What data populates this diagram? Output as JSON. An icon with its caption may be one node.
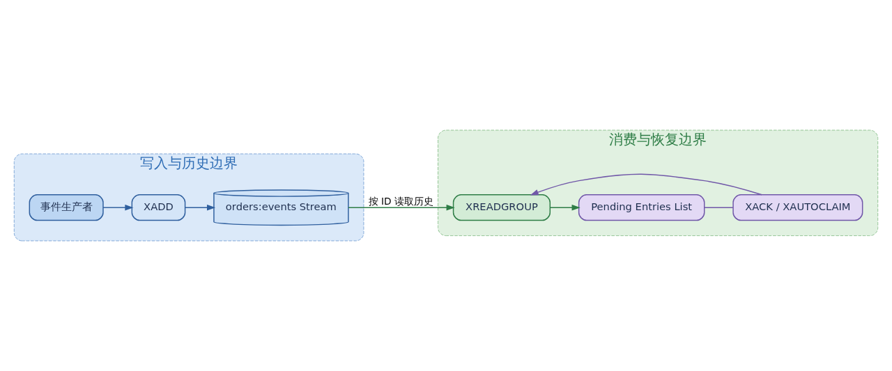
{
  "diagram": {
    "nodes": [
      {
        "text": [
          "写入与历史边界"
        ]
      },
      {
        "text": [
          "事件生产者"
        ],
        "in": 0
      },
      {
        "text": [
          "XADD"
        ],
        "in": 0
      },
      {
        "text": [
          "orders:events Stream"
        ],
        "in": 0
      },
      {
        "text": [
          "消费与恢复边界"
        ]
      },
      {
        "text": [
          "XREADGROUP"
        ],
        "in": 4
      },
      {
        "text": [
          "Pending Entries List"
        ],
        "in": 4
      },
      {
        "text": [
          "XACK / XAUTOCLAIM"
        ],
        "in": 4
      }
    ],
    "edges": [
      {
        "from": 1,
        "to": 2,
        "arrow": "to",
        "color": "#2f5f9e"
      },
      {
        "from": 2,
        "to": 3,
        "arrow": "to",
        "color": "#2f5f9e"
      },
      {
        "from": 3,
        "to": 5,
        "arrow": "to",
        "label": "按 ID 读取历史",
        "color": "#2e7d46"
      },
      {
        "from": 5,
        "to": 6,
        "arrow": "to",
        "color": "#2e7d46"
      },
      {
        "from": 6,
        "to": 7,
        "arrow": "none",
        "color": "#7057a8"
      },
      {
        "from": 7,
        "to": 5,
        "arrow": "to",
        "color": "#7057a8"
      }
    ]
  }
}
